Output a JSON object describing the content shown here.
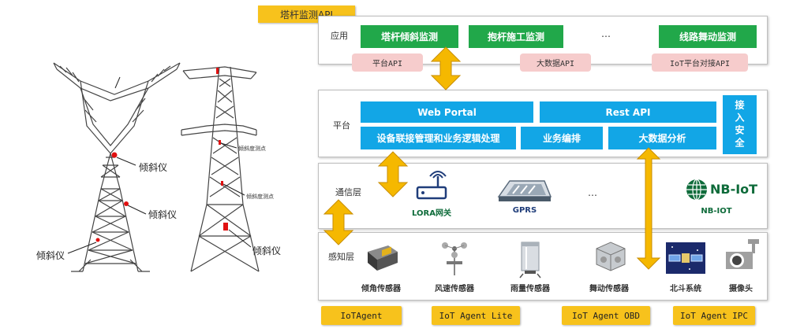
{
  "title": "塔杆监测API",
  "app_layer": {
    "label": "应用",
    "apps": [
      "塔杆倾斜监测",
      "抱杆施工监测",
      "…",
      "线路舞动监测"
    ],
    "apis": [
      "平台API",
      "大数据API",
      "IoT平台对接API"
    ]
  },
  "platform_layer": {
    "label": "平台",
    "row1": [
      "Web Portal",
      "Rest API"
    ],
    "row2": [
      "设备联接管理和业务逻辑处理",
      "业务编排",
      "大数据分析"
    ],
    "security": "接入安全"
  },
  "comm_layer": {
    "label": "通信层",
    "items": [
      "LORA网关",
      "GPRS",
      "…",
      "NB-IOT"
    ],
    "nbiot_logo": "NB-IoT"
  },
  "sense_layer": {
    "label": "感知层",
    "items": [
      "倾角传感器",
      "风速传感器",
      "雨量传感器",
      "舞动传感器",
      "北斗系统",
      "摄像头"
    ]
  },
  "agents": [
    "IoTAgent",
    "IoT Agent Lite",
    "IoT Agent OBD",
    "IoT Agent IPC"
  ],
  "tower_labels": {
    "left": [
      "倾斜仪",
      "倾斜仪",
      "倾斜仪"
    ],
    "right_small": [
      "倾斜度测点",
      "倾斜度测点"
    ],
    "right": "倾斜仪"
  },
  "colors": {
    "app_green": "#21a84a",
    "api_pink": "#f6cccc",
    "platform_blue": "#12a6e6",
    "agent_gold": "#f7c21c",
    "arrow_gold": "#f5b800"
  }
}
